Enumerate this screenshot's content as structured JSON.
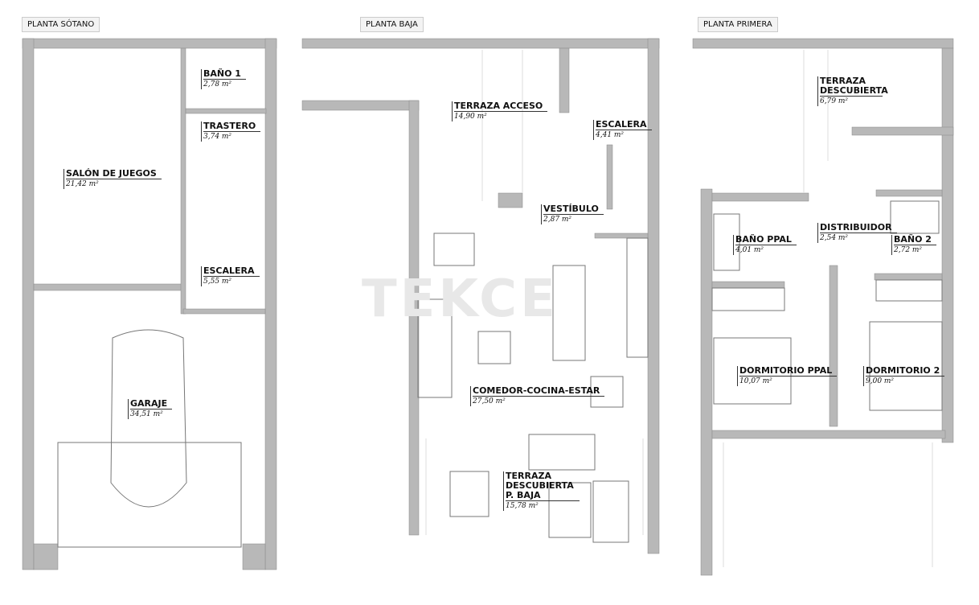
{
  "watermark": "TEKCE",
  "floors": [
    {
      "title": "PLANTA SÓTANO",
      "rooms": [
        {
          "name": "BAÑO 1",
          "area": "2,78 m²"
        },
        {
          "name": "TRASTERO",
          "area": "3,74 m²"
        },
        {
          "name": "SALÓN DE JUEGOS",
          "area": "21,42 m²"
        },
        {
          "name": "ESCALERA",
          "area": "5,55 m²"
        },
        {
          "name": "GARAJE",
          "area": "34,51 m²"
        }
      ]
    },
    {
      "title": "PLANTA BAJA",
      "rooms": [
        {
          "name": "TERRAZA ACCESO",
          "area": "14,90 m²"
        },
        {
          "name": "ESCALERA",
          "area": "4,41 m²"
        },
        {
          "name": "VESTÍBULO",
          "area": "2,87 m²"
        },
        {
          "name": "COMEDOR-COCINA-ESTAR",
          "area": "27,50 m²"
        },
        {
          "name": "TERRAZA DESCUBIERTA P. BAJA",
          "area": "15,78 m²"
        }
      ]
    },
    {
      "title": "PLANTA PRIMERA",
      "rooms": [
        {
          "name": "TERRAZA DESCUBIERTA",
          "area": "6,79 m²"
        },
        {
          "name": "DISTRIBUIDOR",
          "area": "2,54 m²"
        },
        {
          "name": "BAÑO PPAL",
          "area": "4,01 m²"
        },
        {
          "name": "BAÑO 2",
          "area": "2,72 m²"
        },
        {
          "name": "DORMITORIO PPAL",
          "area": "10,07 m²"
        },
        {
          "name": "DORMITORIO 2",
          "area": "9,00 m²"
        }
      ]
    }
  ]
}
